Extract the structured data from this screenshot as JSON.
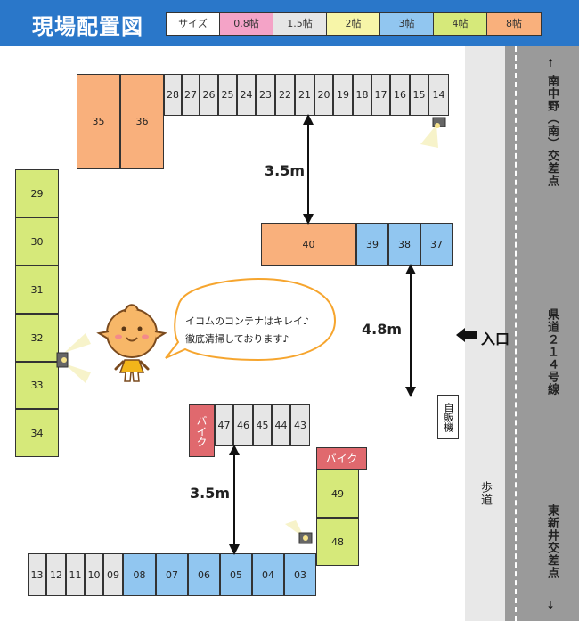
{
  "title": "現場配置図",
  "legend": [
    {
      "label": "サイズ",
      "color": "#ffffff"
    },
    {
      "label": "0.8帖",
      "color": "#f4a3c7"
    },
    {
      "label": "1.5帖",
      "color": "#e6e6e6"
    },
    {
      "label": "2帖",
      "color": "#f7f5a8"
    },
    {
      "label": "3帖",
      "color": "#91c6f0"
    },
    {
      "label": "4帖",
      "color": "#d6e97a"
    },
    {
      "label": "8帖",
      "color": "#f9b07c"
    }
  ],
  "colors": {
    "header": "#2a77c9",
    "u08": "#f4a3c7",
    "u15": "#e6e6e6",
    "u2": "#f7f5a8",
    "u3": "#91c6f0",
    "u4": "#d6e97a",
    "u8": "#f9b07c",
    "bike": "#e0696e",
    "road": "#9a9a9a",
    "sidewalk": "#e8e8e8"
  },
  "units": {
    "row_top": [
      "35",
      "36",
      "28",
      "27",
      "26",
      "25",
      "24",
      "23",
      "22",
      "21",
      "20",
      "19",
      "18",
      "17",
      "16",
      "15",
      "14"
    ],
    "row_mid": [
      "40",
      "39",
      "38",
      "37"
    ],
    "col_left": [
      "29",
      "30",
      "31",
      "32",
      "33",
      "34"
    ],
    "row_47": [
      "47",
      "46",
      "45",
      "44",
      "43"
    ],
    "col_right": [
      "49",
      "48"
    ],
    "row_bottom": [
      "13",
      "12",
      "11",
      "10",
      "09",
      "08",
      "07",
      "06",
      "05",
      "04",
      "03"
    ]
  },
  "bike_label": "バイク",
  "distances": {
    "top": "3.5m",
    "mid": "4.8m",
    "bottom": "3.5m"
  },
  "entrance": "入口",
  "vending": "自販機",
  "sidewalk": "歩道",
  "road_labels": {
    "top": "南中野（南）交差点",
    "middle": "県道２１４号線",
    "bottom": "東新井交差点"
  },
  "bubble": {
    "line1": "イコムのコンテナはキレイ♪",
    "line2": "徹底清掃しております♪"
  }
}
